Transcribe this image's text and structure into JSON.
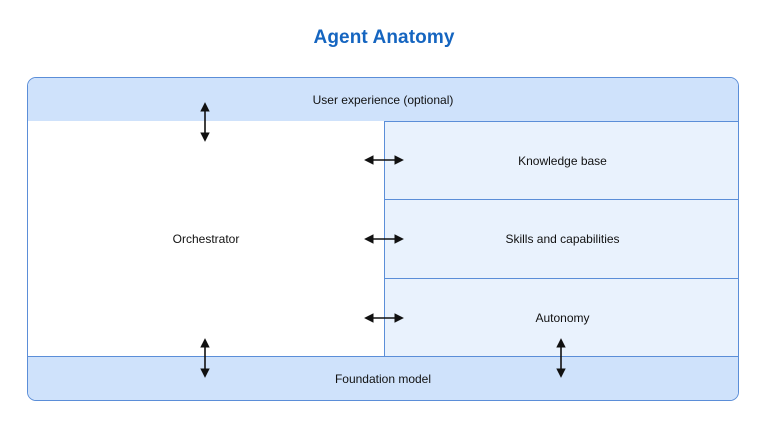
{
  "title": "Agent Anatomy",
  "layers": {
    "user_experience": "User experience (optional)",
    "orchestrator": "Orchestrator",
    "knowledge_base": "Knowledge base",
    "skills": "Skills and capabilities",
    "autonomy": "Autonomy",
    "foundation_model": "Foundation model"
  },
  "colors": {
    "title": "#1565c0",
    "band_fill": "#cfe2fb",
    "cell_fill": "#e9f2fd",
    "border": "#5b8ed8",
    "arrow": "#111111"
  },
  "icons": {
    "vertical_arrow": "double-headed-vertical-arrow-icon",
    "horizontal_arrow": "double-headed-horizontal-arrow-icon"
  }
}
